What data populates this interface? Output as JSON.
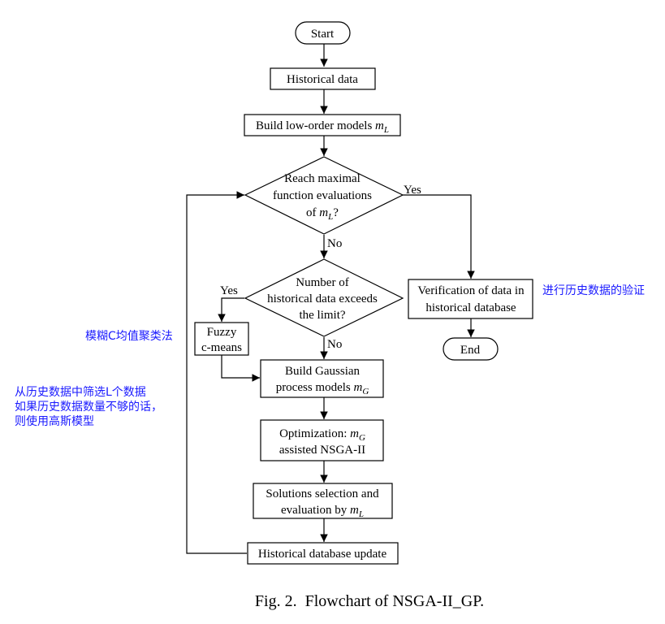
{
  "nodes": {
    "start": {
      "text": "Start"
    },
    "historical_data": {
      "text": "Historical data"
    },
    "build_low_order": {
      "text": "Build low-order models ",
      "var": "m",
      "sub": "L"
    },
    "reach_maximal": {
      "line1": "Reach maximal",
      "line2": "function evaluations",
      "line3_pre": "of ",
      "var": "m",
      "sub": "L",
      "line3_post": "?"
    },
    "number_historical": {
      "line1": "Number of",
      "line2": "historical data exceeds",
      "line3": "the limit?"
    },
    "fuzzy": {
      "line1": "Fuzzy",
      "line2": "c-means"
    },
    "build_gaussian": {
      "line1": "Build Gaussian",
      "line2_pre": "process models ",
      "var": "m",
      "sub": "G"
    },
    "optimization": {
      "line1_pre": "Optimization: ",
      "var": "m",
      "sub": "G",
      "line2": "assisted NSGA-II"
    },
    "solutions": {
      "line1": "Solutions selection and",
      "line2_pre": "evaluation by ",
      "var": "m",
      "sub": "L"
    },
    "db_update": {
      "text": "Historical database update"
    },
    "verification": {
      "line1": "Verification of data in",
      "line2": "historical database"
    },
    "end": {
      "text": "End"
    }
  },
  "edge_labels": {
    "reach_yes": "Yes",
    "reach_no": "No",
    "number_yes": "Yes",
    "number_no": "No"
  },
  "annotations": {
    "verify_cn": "进行历史数据的验证",
    "fuzzy_cn": "模糊C均值聚类法",
    "filter_cn_1": "从历史数据中筛选L个数据",
    "filter_cn_2": "如果历史数据数量不够的话，",
    "filter_cn_3": "则使用高斯模型"
  },
  "caption": "Fig. 2.  Flowchart of NSGA-II_GP.",
  "colors": {
    "line": "#000000",
    "annotation": "#1a1aff",
    "background": "#ffffff"
  }
}
